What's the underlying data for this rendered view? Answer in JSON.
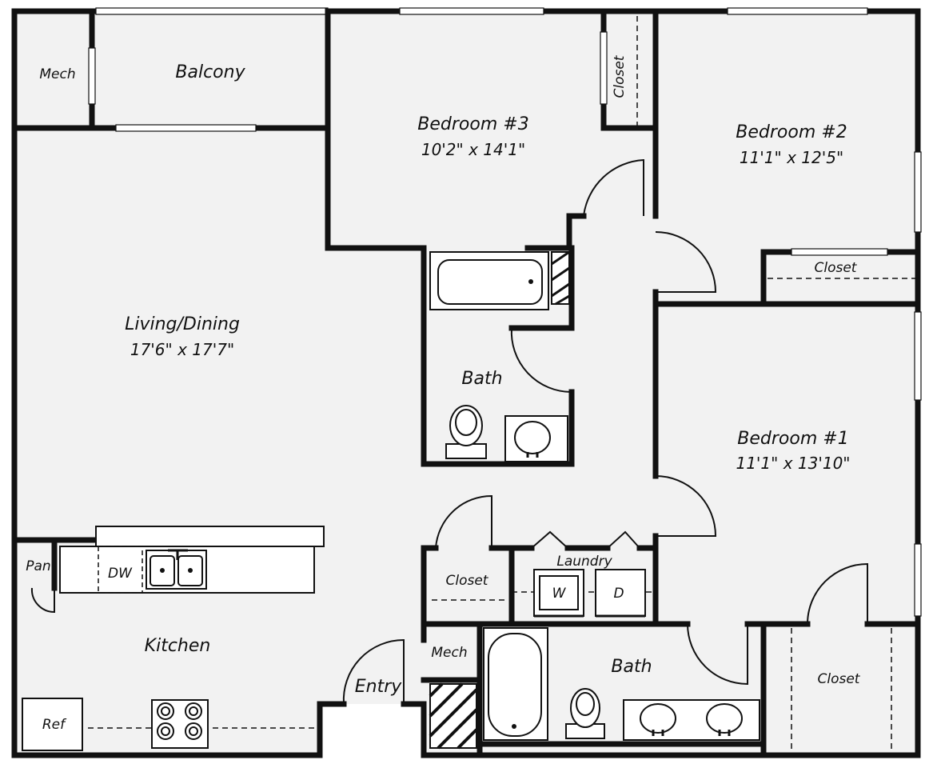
{
  "rooms": {
    "mech_top": "Mech",
    "balcony": "Balcony",
    "bedroom3": "Bedroom #3",
    "bedroom3_dims": "10'2\" x 14'1\"",
    "closet_b3": "Closet",
    "bedroom2": "Bedroom #2",
    "bedroom2_dims": "11'1\" x 12'5\"",
    "closet_b2": "Closet",
    "living": "Living/Dining",
    "living_dims": "17'6\" x 17'7\"",
    "bath_hall": "Bath",
    "bedroom1": "Bedroom #1",
    "bedroom1_dims": "11'1\" x 13'10\"",
    "pan": "Pan",
    "dw": "DW",
    "closet_hall": "Closet",
    "laundry": "Laundry",
    "washer": "W",
    "dryer": "D",
    "kitchen": "Kitchen",
    "mech_bottom": "Mech",
    "bath_master": "Bath",
    "closet_master": "Closet",
    "entry": "Entry",
    "ref": "Ref"
  },
  "colors": {
    "floor": "#f2f2f2",
    "wall": "#111111"
  }
}
